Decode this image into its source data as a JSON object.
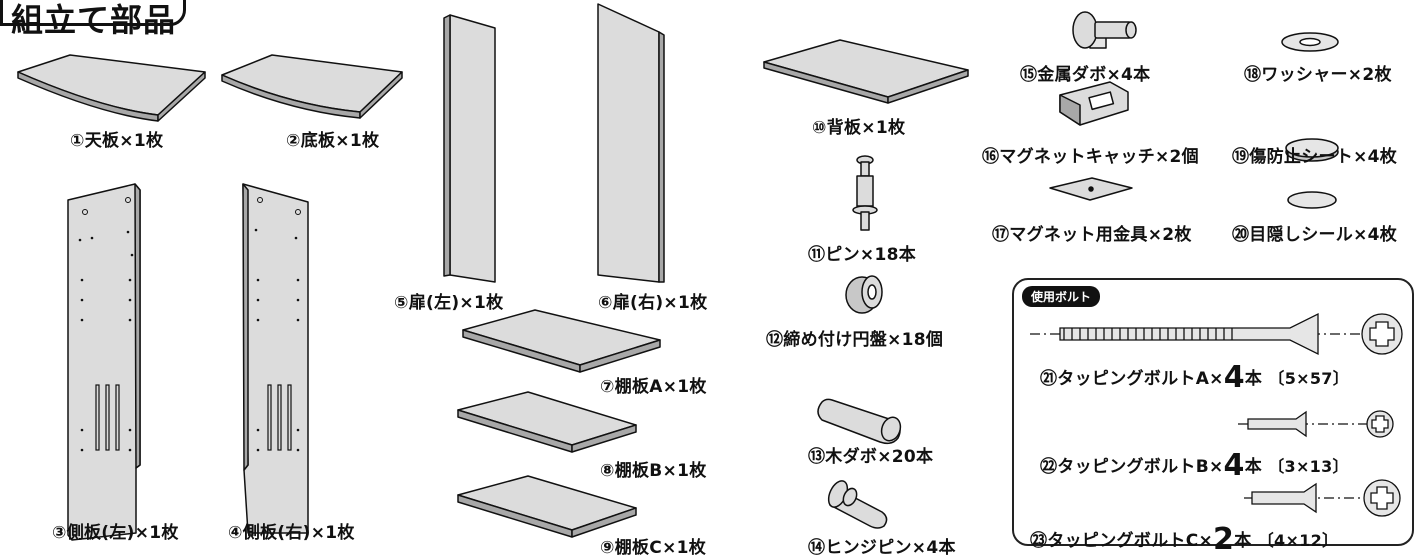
{
  "title": "組立て部品",
  "parts": {
    "p1": "①天板×1枚",
    "p2": "②底板×1枚",
    "p3": "③側板(左)×1枚",
    "p4": "④側板(右)×1枚",
    "p5": "⑤扉(左)×1枚",
    "p6": "⑥扉(右)×1枚",
    "p7": "⑦棚板A×1枚",
    "p8": "⑧棚板B×1枚",
    "p9": "⑨棚板C×1枚",
    "p10": "⑩背板×1枚",
    "p11": "⑪ピン×18本",
    "p12": "⑫締め付け円盤×18個",
    "p13": "⑬木ダボ×20本",
    "p14": "⑭ヒンジピン×4本",
    "p15": "⑮金属ダボ×4本",
    "p16": "⑯マグネットキャッチ×2個",
    "p17": "⑰マグネット用金具×2枚",
    "p18": "⑱ワッシャー×2枚",
    "p19": "⑲傷防止シート×4枚",
    "p20": "⑳目隠しシール×4枚"
  },
  "bolts": {
    "badge": "使用ボルト",
    "b21": {
      "name": "㉑タッピングボルトA",
      "times": "×",
      "count": "4",
      "unit": "本",
      "spec": "〔5×57〕"
    },
    "b22": {
      "name": "㉒タッピングボルトB",
      "times": "×",
      "count": "4",
      "unit": "本",
      "spec": "〔3×13〕"
    },
    "b23": {
      "name": "㉓タッピングボルトC",
      "times": "×",
      "count": "2",
      "unit": "本",
      "spec": "〔4×12〕"
    }
  },
  "colors": {
    "panel": "#dcdcdc",
    "panel_side": "#a8a8a8",
    "outline": "#111111"
  }
}
